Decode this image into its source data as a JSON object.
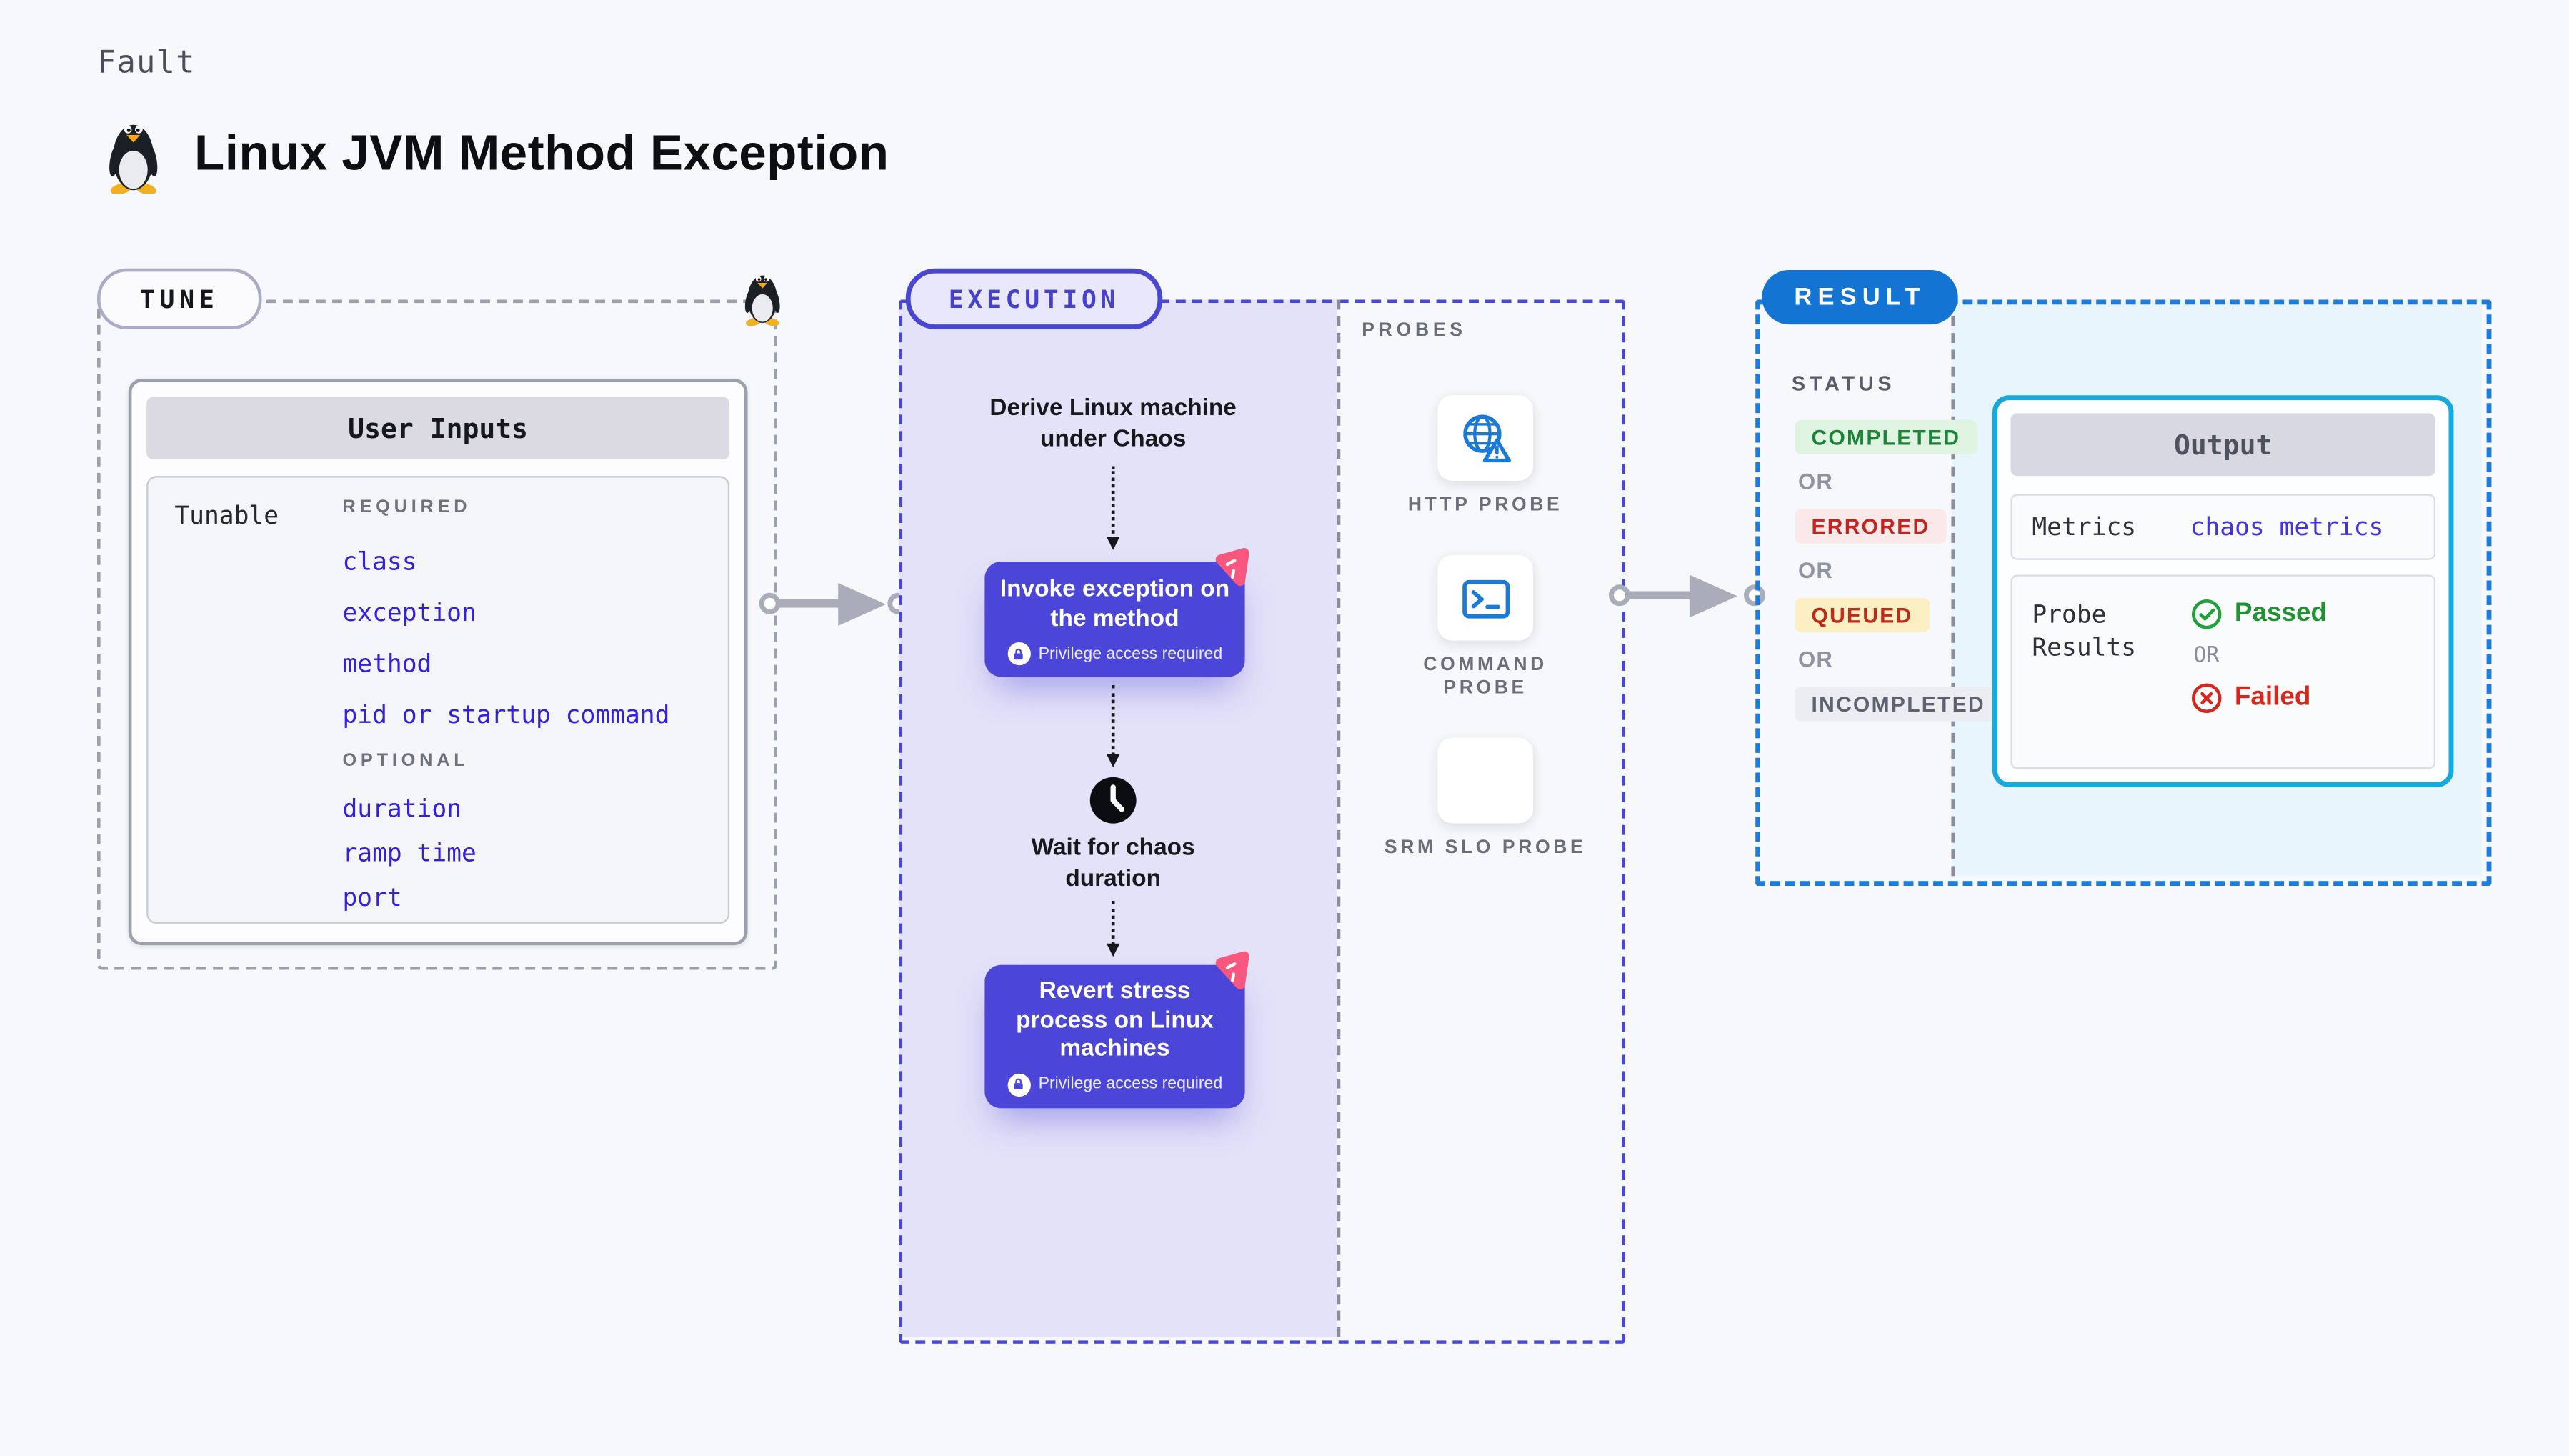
{
  "header": {
    "eyebrow": "Fault",
    "title": "Linux JVM Method Exception"
  },
  "tune": {
    "label": "TUNE",
    "panel_title": "User Inputs",
    "tunable_label": "Tunable",
    "required_label": "REQUIRED",
    "required_items": [
      "class",
      "exception",
      "method",
      "pid or startup command"
    ],
    "optional_label": "OPTIONAL",
    "optional_items": [
      "duration",
      "ramp time",
      "port"
    ]
  },
  "execution": {
    "label": "EXECUTION",
    "step_derive": "Derive Linux machine under Chaos",
    "step_invoke": {
      "title": "Invoke exception on the method",
      "note": "Privilege access required"
    },
    "step_wait": "Wait for chaos duration",
    "step_revert": {
      "title": "Revert stress process on Linux machines",
      "note": "Privilege access required"
    }
  },
  "probes": {
    "label": "PROBES",
    "items": [
      {
        "name": "HTTP PROBE",
        "icon": "globe-warning-icon"
      },
      {
        "name": "COMMAND PROBE",
        "icon": "terminal-icon"
      },
      {
        "name": "SRM SLO PROBE",
        "icon": "slo-donut-check-icon"
      }
    ]
  },
  "result": {
    "label": "RESULT",
    "status_label": "STATUS",
    "or_label": "OR",
    "statuses": [
      {
        "label": "COMPLETED",
        "text_color": "#1C8439",
        "bg_color": "#DFF3E1"
      },
      {
        "label": "ERRORED",
        "text_color": "#C5231D",
        "bg_color": "#FBE9E9"
      },
      {
        "label": "QUEUED",
        "text_color": "#C02A18",
        "bg_color": "#FCEFC4"
      },
      {
        "label": "INCOMPLETED",
        "text_color": "#5E626E",
        "bg_color": "#ECEDF3"
      }
    ],
    "output": {
      "title": "Output",
      "metrics_label": "Metrics",
      "metrics_value": "chaos metrics",
      "probe_results_label": "Probe Results",
      "passed_label": "Passed",
      "or_label": "OR",
      "failed_label": "Failed"
    }
  },
  "colors": {
    "page_bg": "#F7F8FB",
    "execution_accent": "#4946D1",
    "execution_fill": "#E4E2F8",
    "node_bg": "#4B46D8",
    "result_accent": "#1B7CDB",
    "result_pill": "#1374D3",
    "result_fill": "#E9F5FC",
    "output_border": "#16A9DE",
    "link_blue": "#3220DE",
    "probe_icon_blue": "#187AD9",
    "probe_icon_purple": "#7C3AED",
    "chaos_badge_pink": "#F9577E",
    "passed_green": "#1F9232",
    "failed_red": "#D7271D"
  }
}
